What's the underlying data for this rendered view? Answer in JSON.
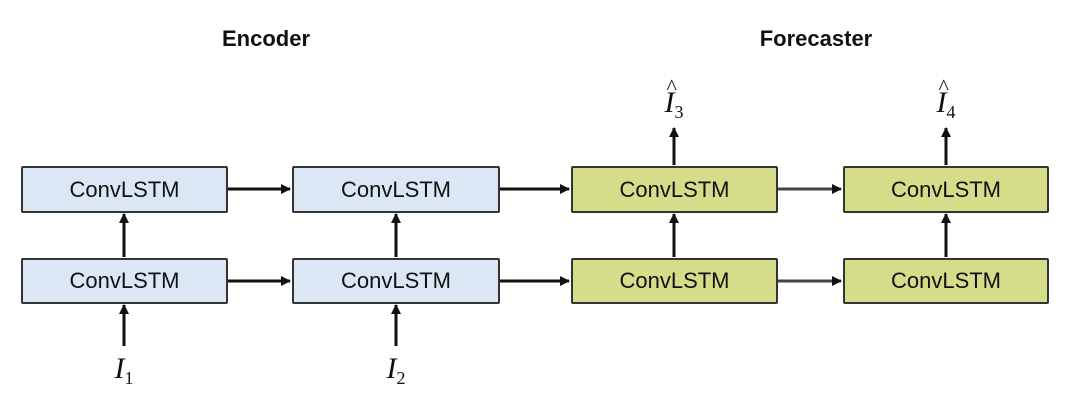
{
  "titles": {
    "encoder": "Encoder",
    "forecaster": "Forecaster"
  },
  "cell_label": "ConvLSTM",
  "inputs": {
    "i1": {
      "symbol": "I",
      "subscript": "1"
    },
    "i2": {
      "symbol": "I",
      "subscript": "2"
    }
  },
  "outputs": {
    "o3": {
      "symbol": "I",
      "hat": "^",
      "subscript": "3"
    },
    "o4": {
      "symbol": "I",
      "hat": "^",
      "subscript": "4"
    }
  },
  "colors": {
    "encoder_fill": "#dce7f6",
    "forecaster_fill": "#d6dd8a",
    "stroke": "#333333",
    "arrow": "#111111"
  }
}
